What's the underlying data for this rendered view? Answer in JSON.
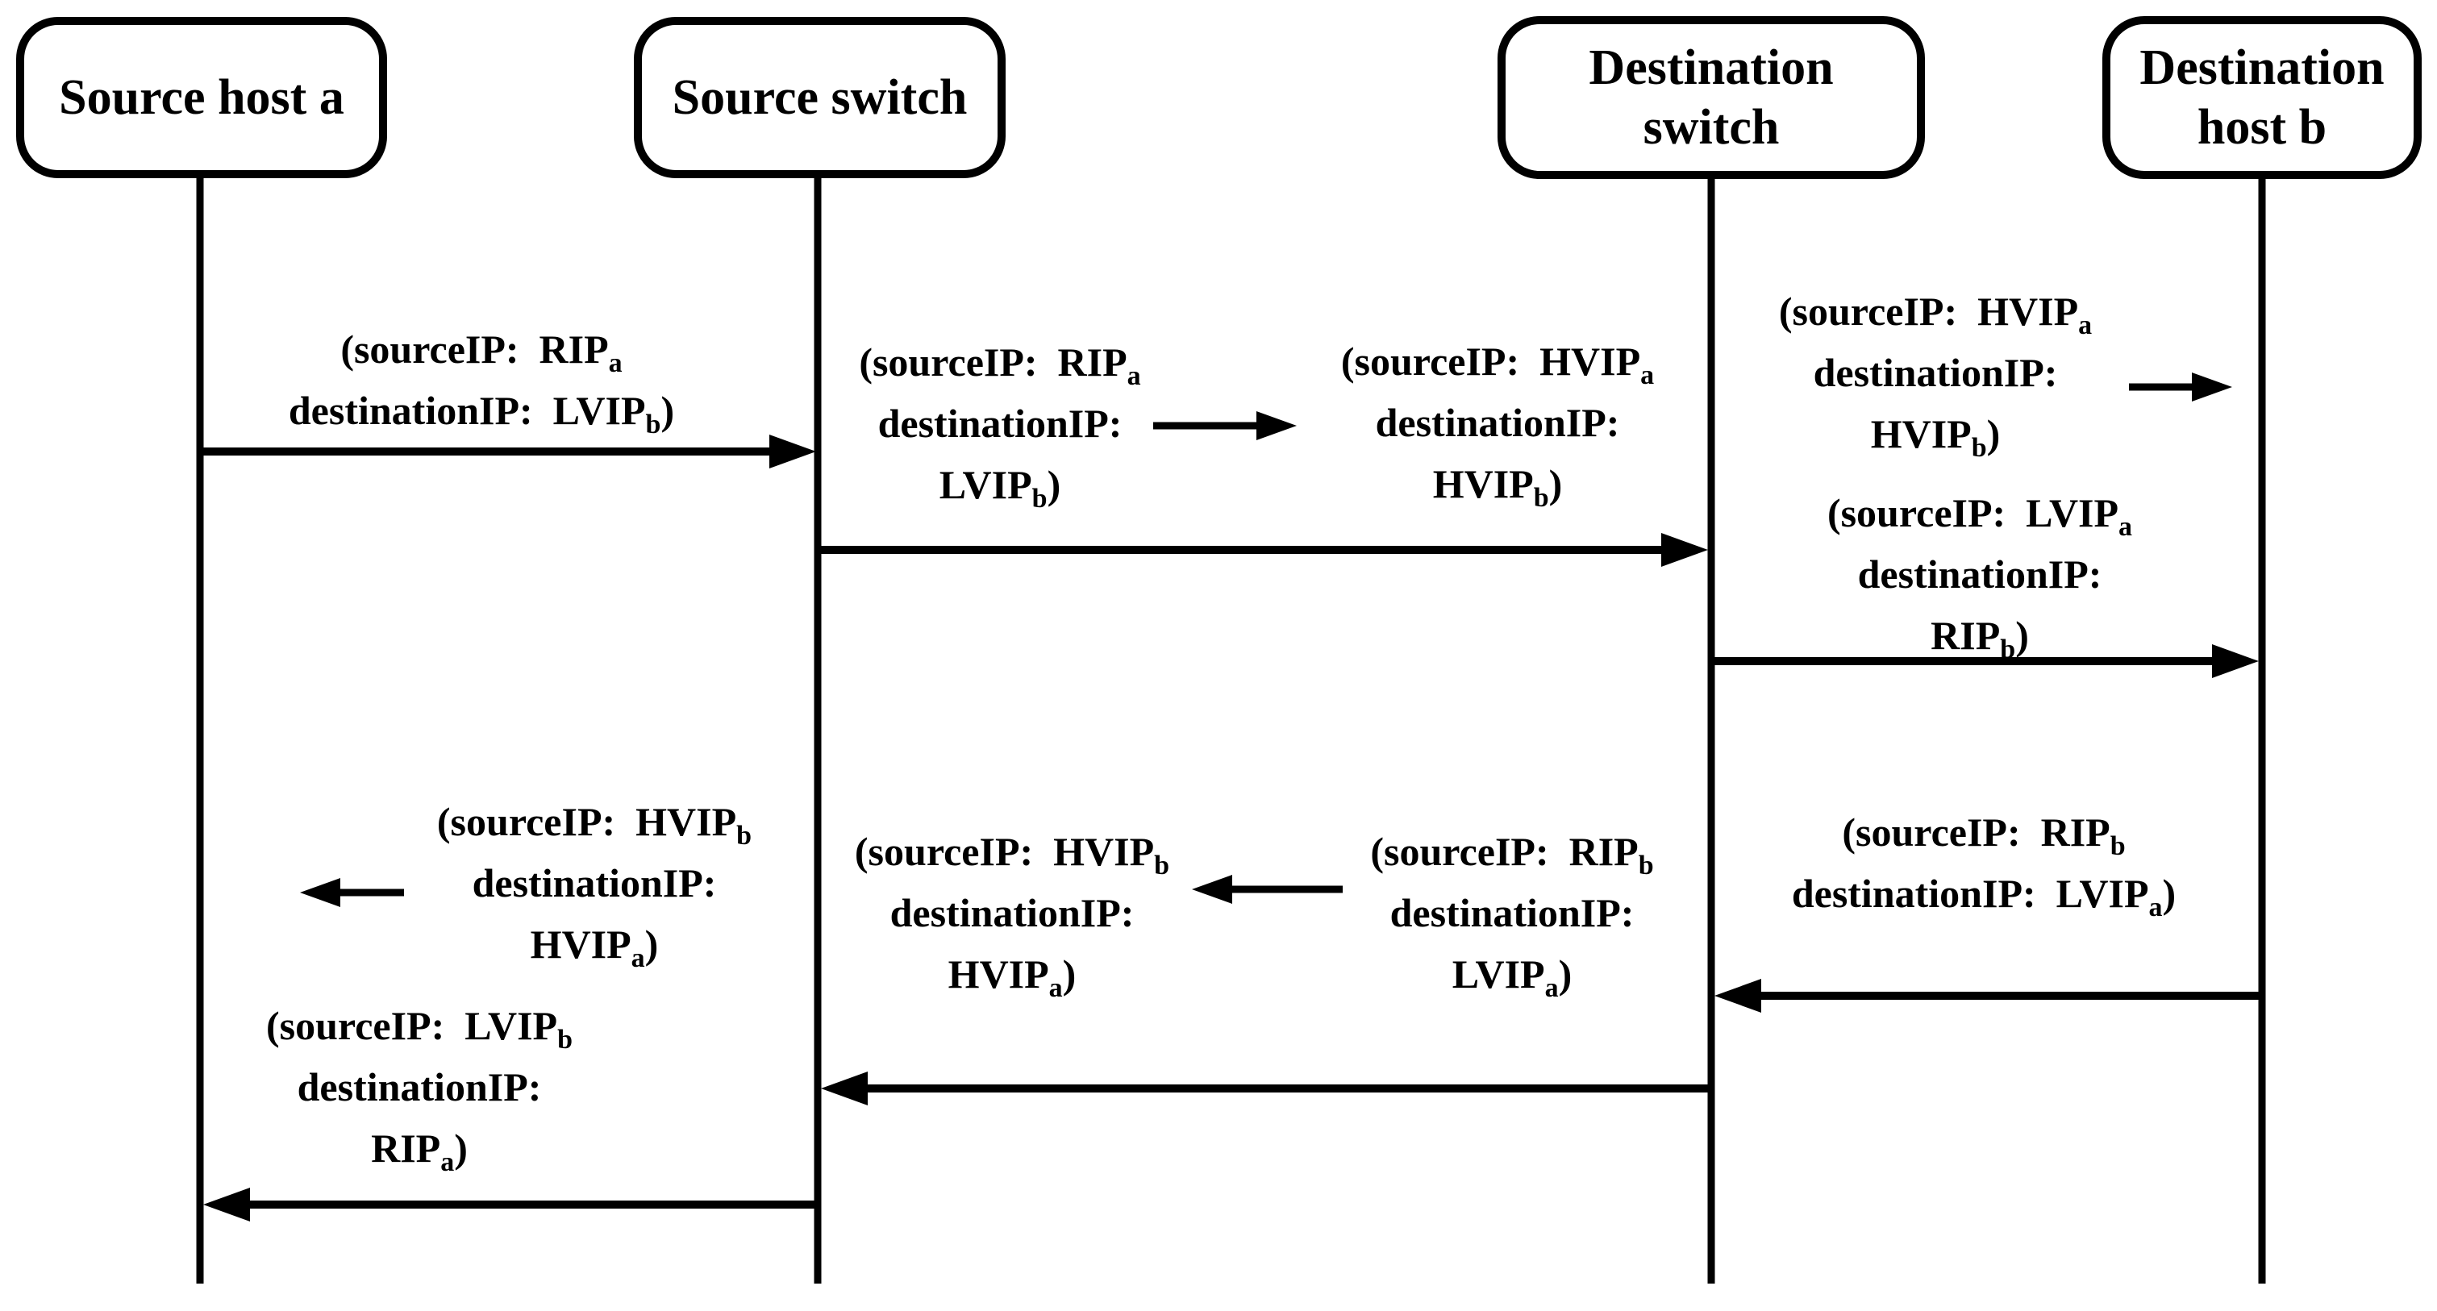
{
  "colors": {
    "ink": "#000000",
    "background": "#ffffff"
  },
  "actors": [
    {
      "name": "Source host a",
      "lines": [
        "Source host a"
      ]
    },
    {
      "name": "Source switch",
      "lines": [
        "Source switch"
      ]
    },
    {
      "name": "Destination switch",
      "lines": [
        "Destination",
        "switch"
      ]
    },
    {
      "name": "Destination host b",
      "lines": [
        "Destination",
        "host b"
      ]
    }
  ],
  "labels": [
    {
      "lines": [
        {
          "pre": "(sourceIP:  RIP",
          "sub": "a",
          "post": ""
        },
        {
          "pre": "destinationIP:  LVIP",
          "sub": "b",
          "post": ")"
        }
      ]
    },
    {
      "lines": [
        {
          "pre": "(sourceIP:  RIP",
          "sub": "a",
          "post": ""
        },
        {
          "pre": "destinationIP:",
          "sub": "",
          "post": ""
        },
        {
          "pre": "LVIP",
          "sub": "b",
          "post": ")"
        }
      ]
    },
    {
      "lines": [
        {
          "pre": "(sourceIP:  HVIP",
          "sub": "a",
          "post": ""
        },
        {
          "pre": "destinationIP:",
          "sub": "",
          "post": ""
        },
        {
          "pre": "HVIP",
          "sub": "b",
          "post": ")"
        }
      ]
    },
    {
      "lines": [
        {
          "pre": "(sourceIP:  HVIP",
          "sub": "a",
          "post": ""
        },
        {
          "pre": "destinationIP:",
          "sub": "",
          "post": ""
        },
        {
          "pre": "HVIP",
          "sub": "b",
          "post": ")"
        }
      ]
    },
    {
      "lines": [
        {
          "pre": "(sourceIP:  LVIP",
          "sub": "a",
          "post": ""
        },
        {
          "pre": "destinationIP:",
          "sub": "",
          "post": ""
        },
        {
          "pre": "RIP",
          "sub": "b",
          "post": ")"
        }
      ]
    },
    {
      "lines": [
        {
          "pre": "(sourceIP:  HVIP",
          "sub": "b",
          "post": ""
        },
        {
          "pre": "destinationIP:",
          "sub": "",
          "post": ""
        },
        {
          "pre": "HVIP",
          "sub": "a",
          "post": ")"
        }
      ]
    },
    {
      "lines": [
        {
          "pre": "(sourceIP:  HVIP",
          "sub": "b",
          "post": ""
        },
        {
          "pre": "destinationIP:",
          "sub": "",
          "post": ""
        },
        {
          "pre": "HVIP",
          "sub": "a",
          "post": ")"
        }
      ]
    },
    {
      "lines": [
        {
          "pre": "(sourceIP:  RIP",
          "sub": "b",
          "post": ""
        },
        {
          "pre": "destinationIP:",
          "sub": "",
          "post": ""
        },
        {
          "pre": "LVIP",
          "sub": "a",
          "post": ")"
        }
      ]
    },
    {
      "lines": [
        {
          "pre": "(sourceIP:  RIP",
          "sub": "b",
          "post": ""
        },
        {
          "pre": "destinationIP:  LVIP",
          "sub": "a",
          "post": ")"
        }
      ]
    },
    {
      "lines": [
        {
          "pre": "(sourceIP:  LVIP",
          "sub": "b",
          "post": ""
        },
        {
          "pre": "destinationIP:",
          "sub": "",
          "post": ""
        },
        {
          "pre": "RIP",
          "sub": "a",
          "post": ")"
        }
      ]
    }
  ],
  "arrows": {
    "main": [
      {
        "from": "Source host a",
        "to": "Source switch",
        "direction": "right"
      },
      {
        "from": "Source switch",
        "to": "Destination switch",
        "direction": "right"
      },
      {
        "from": "Destination switch",
        "to": "Destination host b",
        "direction": "right"
      },
      {
        "from": "Destination host b",
        "to": "Destination switch",
        "direction": "left"
      },
      {
        "from": "Destination switch",
        "to": "Source switch",
        "direction": "left"
      },
      {
        "from": "Source switch",
        "to": "Source host a",
        "direction": "left"
      }
    ],
    "annotation": [
      {
        "direction": "right",
        "between": "label-2-and-label-3"
      },
      {
        "direction": "right",
        "between": "label-4-and-destination-host-b"
      },
      {
        "direction": "left",
        "between": "source-host-a-and-label-6"
      },
      {
        "direction": "left",
        "between": "label-8-and-label-7"
      }
    ]
  }
}
